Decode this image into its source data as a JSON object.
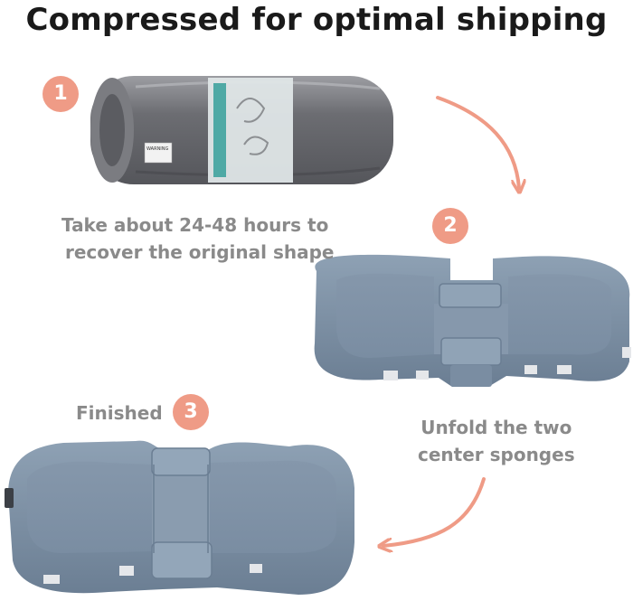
{
  "title": "Compressed for optimal shipping",
  "colors": {
    "accent": "#ef9b86",
    "caption": "#8a8a8a",
    "fabric": "#7d90a3",
    "fabric_dark": "#61748a",
    "roll": "#6e6f74"
  },
  "steps": [
    {
      "number": "1"
    },
    {
      "number": "2",
      "caption": [
        "Take about 24-48 hours to",
        "recover the original shape"
      ]
    },
    {
      "number": "3",
      "label": "Finished",
      "caption": [
        "Unfold the two",
        "center sponges"
      ]
    }
  ],
  "product_label": "WARNING"
}
